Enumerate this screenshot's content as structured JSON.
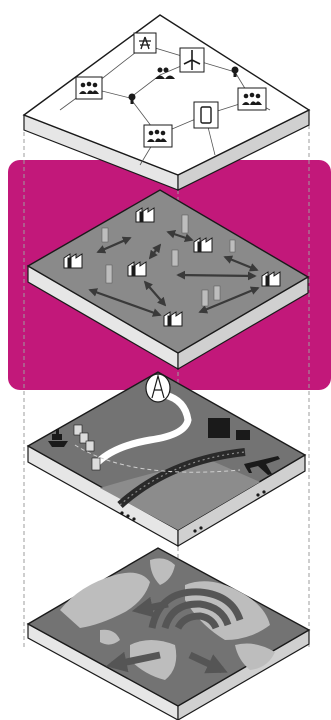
{
  "colors": {
    "highlight": "#c2187a",
    "layer_top": "#ffffff",
    "layer_gray": "#888888",
    "layer_dark": "#737373",
    "map_land": "#bdbdbd",
    "map_sea": "#737373",
    "stroke": "#1a1a1a",
    "guide": "#9e9e9e"
  },
  "layers": [
    {
      "id": "social",
      "icons": [
        "people-group-icon",
        "network-tower-icon",
        "wind-turbine-icon",
        "lightbulb-icon",
        "smartphone-icon"
      ]
    },
    {
      "id": "city-network",
      "highlighted": true,
      "icons": [
        "factory-icon",
        "arrow-icon",
        "building-block-icon"
      ]
    },
    {
      "id": "infrastructure",
      "icons": [
        "oil-rig-icon",
        "ship-icon",
        "road-icon",
        "railway-icon",
        "airplane-icon",
        "container-icon"
      ]
    },
    {
      "id": "geography",
      "icons": [
        "world-map-icon",
        "flow-arrow-icon"
      ]
    }
  ]
}
